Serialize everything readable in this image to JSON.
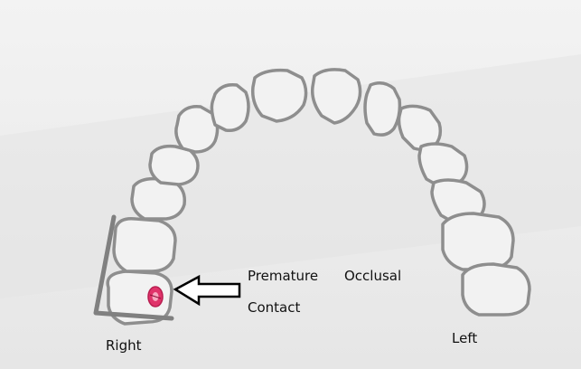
{
  "labels": {
    "premature": "Premature",
    "occlusal": "Occlusal",
    "contact": "Contact",
    "right": "Right",
    "left": "Left"
  },
  "colors": {
    "background": "#ededed",
    "tooth_outline": "#8c8c8c",
    "contact_mark": "#e0336a",
    "arrow": "#000000"
  }
}
